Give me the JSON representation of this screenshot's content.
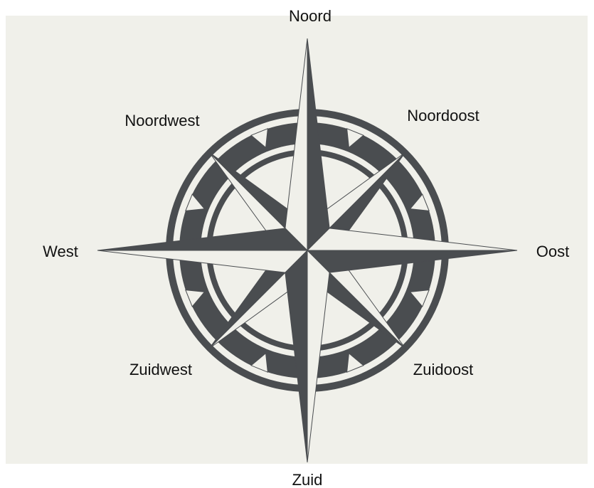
{
  "labels": {
    "north": "Noord",
    "northeast": "Noordoost",
    "east": "Oost",
    "southeast": "Zuidoost",
    "south": "Zuid",
    "southwest": "Zuidwest",
    "west": "West",
    "northwest": "Noordwest"
  },
  "colors": {
    "background": "#f0f0ea",
    "ink": "#4a4d50",
    "light": "#f0f0ea",
    "text": "#111111"
  }
}
